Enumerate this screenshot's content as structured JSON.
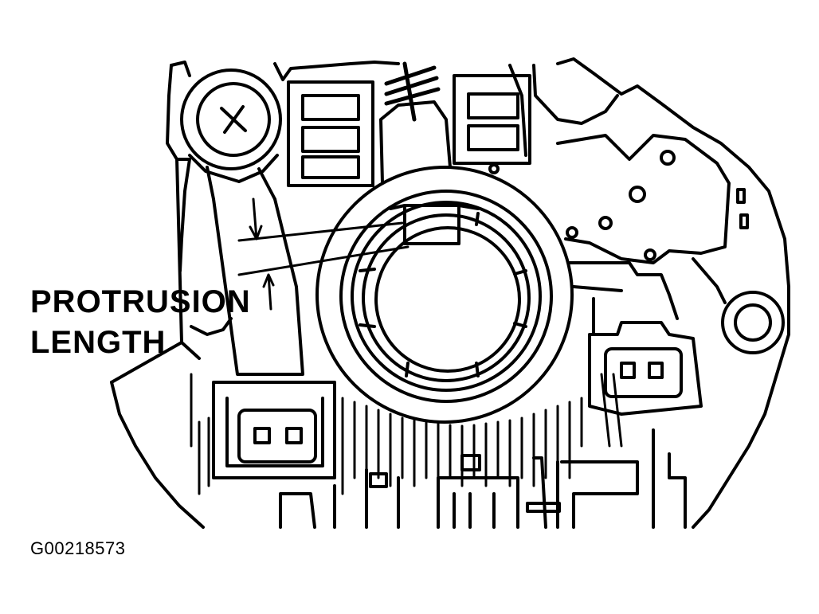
{
  "callout": {
    "line1": "PROTRUSION",
    "line2": "LENGTH"
  },
  "figure_id": "G00218573",
  "colors": {
    "ink": "#000000",
    "paper": "#ffffff"
  }
}
